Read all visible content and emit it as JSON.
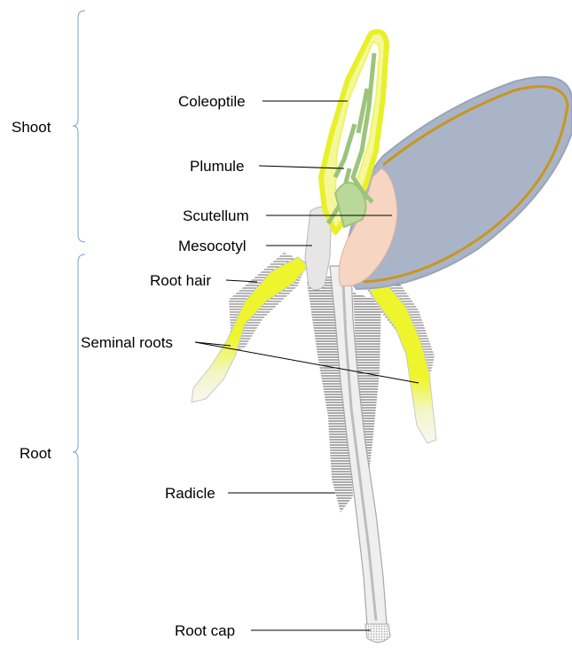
{
  "groups": {
    "shoot": "Shoot",
    "root": "Root"
  },
  "labels": {
    "coleoptile": "Coleoptile",
    "plumule": "Plumule",
    "scutellum": "Scutellum",
    "mesocotyl": "Mesocotyl",
    "root_hair": "Root hair",
    "seminal_roots": "Seminal roots",
    "radicle": "Radicle",
    "root_cap": "Root cap"
  },
  "colors": {
    "brace": "#7b9fd3",
    "coleoptile": "#e8f02a",
    "plumule": "#9cc47a",
    "seed_coat": "#aab4c8",
    "seed_rim": "#c8961e",
    "scutellum": "#f7d5c3",
    "mesocotyl": "#e6e6e6",
    "root_yellow": "#eef52c",
    "root_hair": "#6b6b6b"
  }
}
